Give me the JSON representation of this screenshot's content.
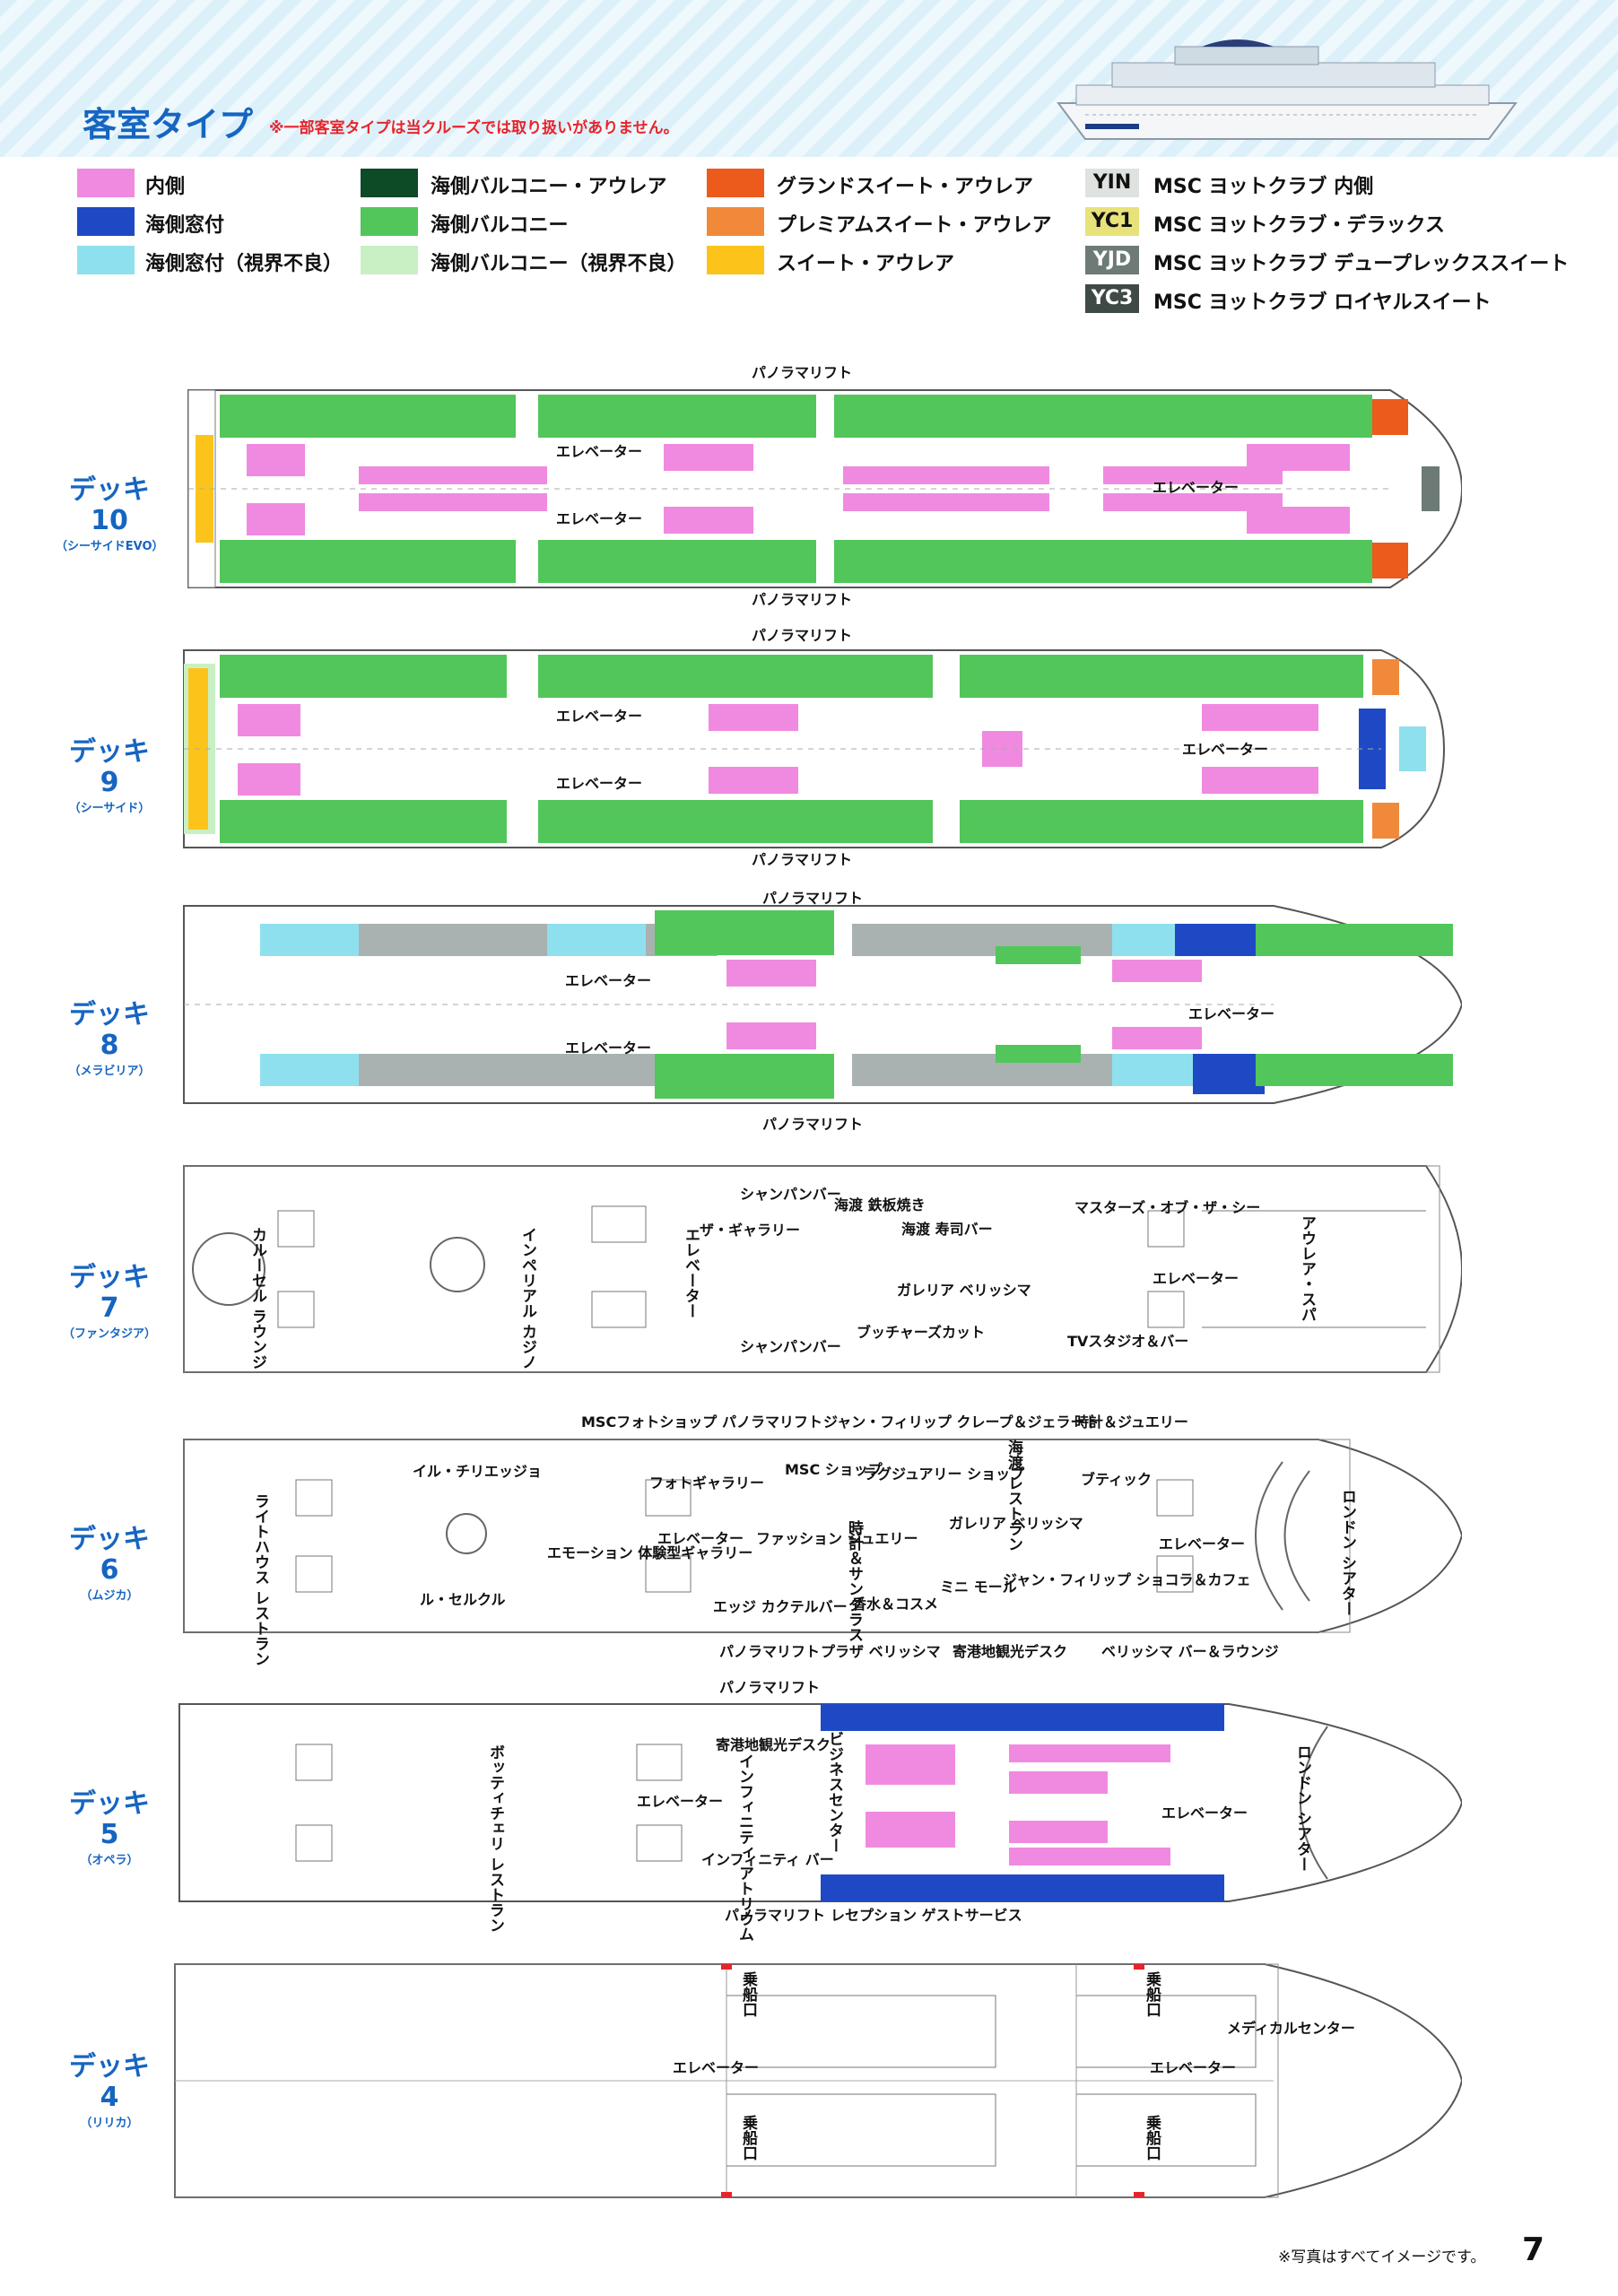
{
  "header": {
    "title": "客室タイプ",
    "note": "※一部客室タイプは当クルーズでは取り扱いがありません。"
  },
  "colors": {
    "inside": "#f08ae0",
    "oceanview": "#1f49c4",
    "oceanview_obstructed": "#8fe0ee",
    "balcony_aurea": "#0d4a26",
    "balcony": "#52c65a",
    "balcony_obstructed": "#c9f0c4",
    "grand_suite": "#ec5a1c",
    "premium_suite": "#f08a3a",
    "suite": "#fcc41a",
    "yin": "#dfe3e0",
    "yc1": "#e8e27a",
    "yjd": "#6d7a76",
    "yc3": "#3f4a47",
    "corridor": "#a9b2b0",
    "title_blue": "#1665c1"
  },
  "legend": {
    "col1": [
      "内側",
      "海側窓付",
      "海側窓付（視界不良）"
    ],
    "col2": [
      "海側バルコニー・アウレア",
      "海側バルコニー",
      "海側バルコニー（視界不良）"
    ],
    "col3": [
      "グランドスイート・アウレア",
      "プレミアムスイート・アウレア",
      "スイート・アウレア"
    ],
    "col4": [
      {
        "tag": "YIN",
        "label": "MSC ヨットクラブ 内側"
      },
      {
        "tag": "YC1",
        "label": "MSC ヨットクラブ・デラックス"
      },
      {
        "tag": "YJD",
        "label": "MSC ヨットクラブ デュープレックススイート"
      },
      {
        "tag": "YC3",
        "label": "MSC ヨットクラブ ロイヤルスイート"
      }
    ]
  },
  "decks": [
    {
      "name": "デッキ 10",
      "sub": "（シーサイドEVO）"
    },
    {
      "name": "デッキ 9",
      "sub": "（シーサイド）"
    },
    {
      "name": "デッキ 8",
      "sub": "（メラビリア）"
    },
    {
      "name": "デッキ 7",
      "sub": "（ファンタジア）"
    },
    {
      "name": "デッキ 6",
      "sub": "（ムジカ）"
    },
    {
      "name": "デッキ 5",
      "sub": "（オペラ）"
    },
    {
      "name": "デッキ 4",
      "sub": "（リリカ）"
    }
  ],
  "labels": {
    "panorama": "パノラマリフト",
    "elevator": "エレベーター",
    "d7": {
      "champagne": "シャンパンバー",
      "teppan": "海渡 鉄板焼き",
      "sushi": "海渡 寿司バー",
      "masters": "マスターズ・オブ・ザ・シー",
      "gallery": "ザ・ギャラリー",
      "casino": "インペリアル カジノ",
      "carousel": "カルーセル ラウンジ",
      "galleria": "ガレリア ベリッシマ",
      "butcher": "ブッチャーズカット",
      "tvstudio": "TVスタジオ＆バー",
      "aurea_spa": "アウレア・スパ"
    },
    "d6": {
      "photoshop": "MSCフォトショップ",
      "jp_crepe": "ジャン・フィリップ クレープ＆ジェラート",
      "watch": "時計＆ジュエリー",
      "il_ciliegio": "イル・チリエッジョ",
      "photo_gallery": "フォトギャラリー",
      "msc_shop": "MSC ショップ",
      "luxury": "ラグジュアリー ショップ",
      "kaito_rest": "海渡 レストラン",
      "boutique": "ブティック",
      "lighthouse": "ライトハウス レストラン",
      "emotions": "エモーション 体験型ギャラリー",
      "fashion": "ファッション ジュエリー",
      "watch_sun": "時計＆サングラス",
      "galleria6": "ガレリア ベリッシマ",
      "london": "ロンドン シアター",
      "le_cercle": "ル・セルクル",
      "edge": "エッジ カクテルバー",
      "perfume": "香水＆コスメ",
      "mini_mall": "ミニ モール",
      "jp_choco": "ジャン・フィリップ ショコラ＆カフェ",
      "plaza": "プラザ ベリッシマ",
      "excursion": "寄港地観光デスク",
      "bellissima_bar": "ベリッシマ バー＆ラウンジ"
    },
    "d5": {
      "excursion": "寄港地観光デスク",
      "business": "ビジネスセンター",
      "botticelli": "ボッティチェリ レストラン",
      "atrium": "インフィニティ アトリウム",
      "infinity_bar": "インフィニティ バー",
      "reception": "レセプション ゲストサービス",
      "london": "ロンドン シアター"
    },
    "d4": {
      "boarding": "乗船口",
      "medical": "メディカルセンター"
    }
  },
  "footer": {
    "note": "※写真はすべてイメージです。",
    "page": "7"
  }
}
